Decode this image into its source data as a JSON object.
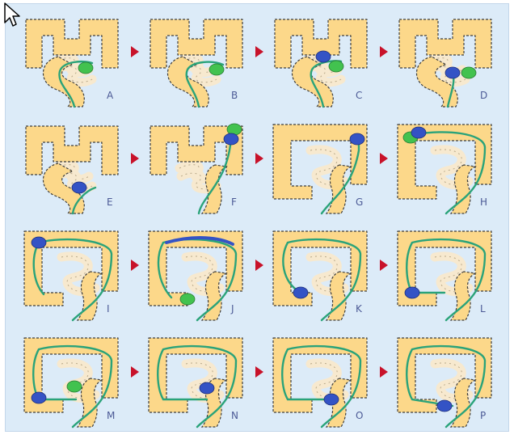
{
  "colors": {
    "background": "#dcebf8",
    "colon": "#fcd88a",
    "colon_outline": "#3d3d3d",
    "small_intestine": "#f7e9cf",
    "green_line": "#2aa37a",
    "blue_ball": "#3453c5",
    "green_ball": "#42c24f",
    "arrow": "#c8122a",
    "label": "#4c5a96"
  },
  "panels": [
    {
      "label": "A",
      "arrow_after": true
    },
    {
      "label": "B",
      "arrow_after": true
    },
    {
      "label": "C",
      "arrow_after": true
    },
    {
      "label": "D",
      "arrow_after": false
    },
    {
      "label": "E",
      "arrow_after": true
    },
    {
      "label": "F",
      "arrow_after": true
    },
    {
      "label": "G",
      "arrow_after": true
    },
    {
      "label": "H",
      "arrow_after": false
    },
    {
      "label": "I",
      "arrow_after": true
    },
    {
      "label": "J",
      "arrow_after": true
    },
    {
      "label": "K",
      "arrow_after": true
    },
    {
      "label": "L",
      "arrow_after": false
    },
    {
      "label": "M",
      "arrow_after": true
    },
    {
      "label": "N",
      "arrow_after": true
    },
    {
      "label": "O",
      "arrow_after": true
    },
    {
      "label": "P",
      "arrow_after": false
    }
  ],
  "cursor_icon": "mouse-pointer-icon"
}
